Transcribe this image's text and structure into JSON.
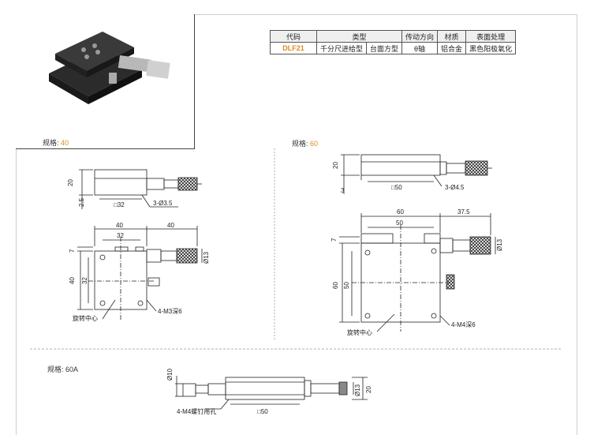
{
  "table": {
    "headers": {
      "code": "代码",
      "type": "类型",
      "direction": "传动方向",
      "material": "材质",
      "surface": "表面处理"
    },
    "row": {
      "code": "DLF21",
      "type1": "千分尺进给型",
      "type2": "台面方型",
      "direction": "θ轴",
      "material": "铝合金",
      "surface": "黑色阳极氧化"
    }
  },
  "specs": {
    "label": "规格:",
    "s40": "40",
    "s60": "60",
    "s60a": "规格: 60A"
  },
  "dims40": {
    "h20": "20",
    "h25": "2.5",
    "sq32": "□32",
    "holes": "3-Ø3.5",
    "w40a": "40",
    "w40b": "40",
    "w32": "32",
    "d7": "7",
    "d13": "Ø13",
    "v40": "40",
    "v32": "32",
    "center": "旋转中心",
    "m3": "4-M3深6"
  },
  "dims60": {
    "h20": "20",
    "h3": "3",
    "sq50": "□50",
    "holes": "3-Ø4.5",
    "w60": "60",
    "w375": "37.5",
    "w50": "50",
    "d7": "7",
    "d13": "Ø13",
    "v60": "60",
    "v50": "50",
    "center": "旋转中心",
    "m4": "4-M4深6"
  },
  "dims60a": {
    "d10": "Ø10",
    "d13": "Ø13",
    "h20": "20",
    "sq50": "□50",
    "m4": "4-M4螺钉用孔"
  },
  "colors": {
    "accent": "#e08a1e",
    "line": "#222222"
  }
}
